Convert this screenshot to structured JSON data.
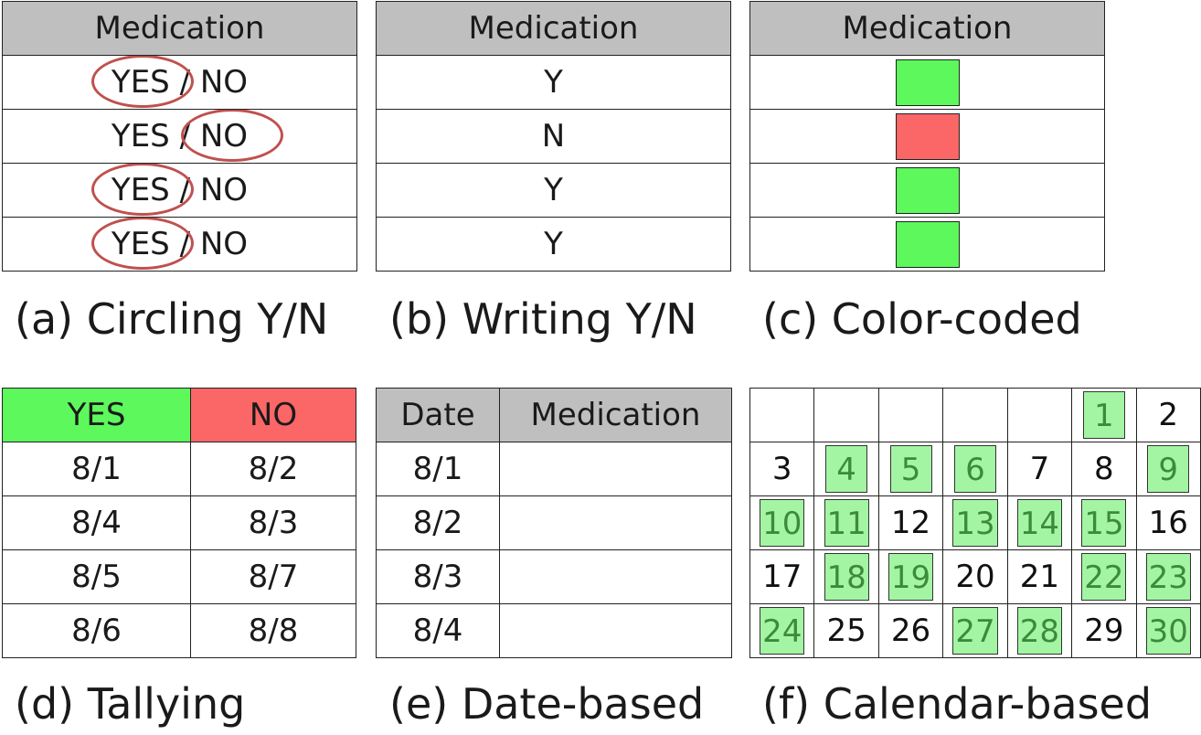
{
  "panel_a": {
    "header": "Medication",
    "rows": [
      {
        "yes": "YES",
        "sep": "/",
        "no": "NO",
        "circled": "yes"
      },
      {
        "yes": "YES",
        "sep": "/",
        "no": "NO",
        "circled": "no"
      },
      {
        "yes": "YES",
        "sep": "/",
        "no": "NO",
        "circled": "yes"
      },
      {
        "yes": "YES",
        "sep": "/",
        "no": "NO",
        "circled": "yes"
      }
    ],
    "caption": "(a) Circling Y/N",
    "circle_color": "#c0504d"
  },
  "panel_b": {
    "header": "Medication",
    "rows": [
      "Y",
      "N",
      "Y",
      "Y"
    ],
    "caption": "(b) Writing Y/N"
  },
  "panel_c": {
    "header": "Medication",
    "rows": [
      "green",
      "red",
      "green",
      "green"
    ],
    "caption": "(c) Color-coded",
    "colors": {
      "green": "#5cf85c",
      "red": "#fb6666"
    }
  },
  "panel_d": {
    "header_yes": "YES",
    "header_no": "NO",
    "rows": [
      [
        "8/1",
        "8/2"
      ],
      [
        "8/4",
        "8/3"
      ],
      [
        "8/5",
        "8/7"
      ],
      [
        "8/6",
        "8/8"
      ]
    ],
    "caption": "(d) Tallying",
    "colors": {
      "yes": "#5cf85c",
      "no": "#fb6666"
    }
  },
  "panel_e": {
    "header_date": "Date",
    "header_med": "Medication",
    "rows": [
      [
        "8/1",
        ""
      ],
      [
        "8/2",
        ""
      ],
      [
        "8/3",
        ""
      ],
      [
        "8/4",
        ""
      ]
    ],
    "caption": "(e) Date-based"
  },
  "panel_f": {
    "weeks": [
      [
        "",
        "",
        "",
        "",
        "",
        "1",
        "2"
      ],
      [
        "3",
        "4",
        "5",
        "6",
        "7",
        "8",
        "9"
      ],
      [
        "10",
        "11",
        "12",
        "13",
        "14",
        "15",
        "16"
      ],
      [
        "17",
        "18",
        "19",
        "20",
        "21",
        "22",
        "23"
      ],
      [
        "24",
        "25",
        "26",
        "27",
        "28",
        "29",
        "30"
      ]
    ],
    "marked_days": [
      "1",
      "4",
      "5",
      "6",
      "9",
      "10",
      "11",
      "13",
      "14",
      "15",
      "18",
      "19",
      "22",
      "23",
      "24",
      "27",
      "28",
      "30"
    ],
    "caption": "(f) Calendar-based",
    "mark_color": "#a3f5a3"
  }
}
